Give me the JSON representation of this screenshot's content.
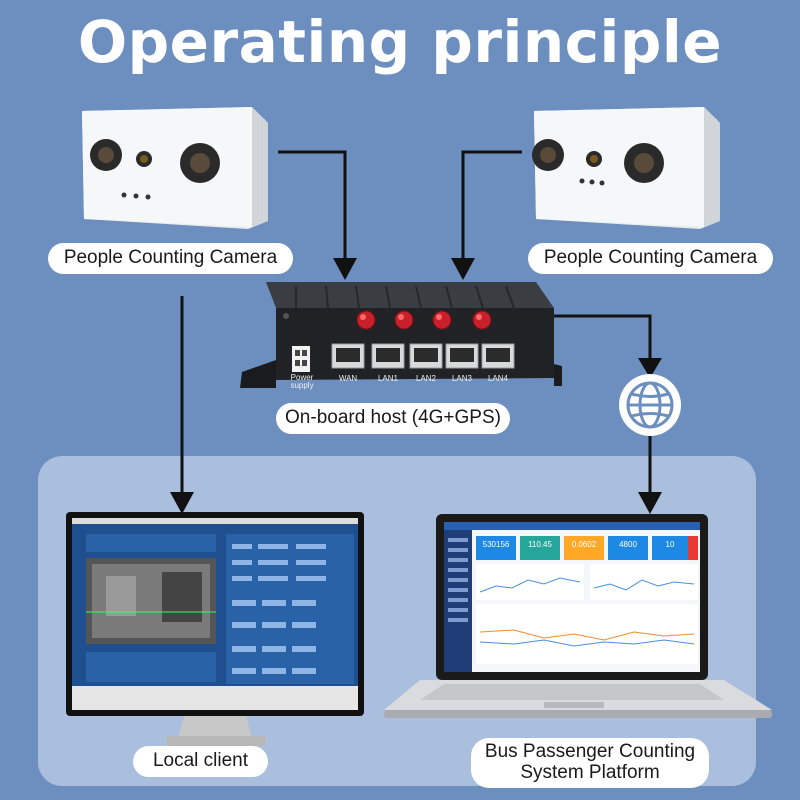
{
  "title": "Operating principle",
  "labels": {
    "camera_left": "People Counting Camera",
    "camera_right": "People Counting Camera",
    "host": "On-board host (4G+GPS)",
    "local_client": "Local client",
    "platform_line1": "Bus Passenger Counting",
    "platform_line2": "System Platform"
  },
  "host_ports": {
    "power": "Power",
    "power2": "supply",
    "wan": "WAN",
    "lan1": "LAN1",
    "lan2": "LAN2",
    "lan3": "LAN3",
    "lan4": "LAN4"
  },
  "platform_stats": [
    "530156",
    "110.45",
    "0.0602",
    "4800",
    "10"
  ],
  "colors": {
    "background": "#6d8fbf",
    "panel": "#a9bfdd",
    "arrow": "#111111",
    "antenna": "#d42a2a"
  },
  "icons": [
    "globe-icon",
    "arrow-icon"
  ]
}
